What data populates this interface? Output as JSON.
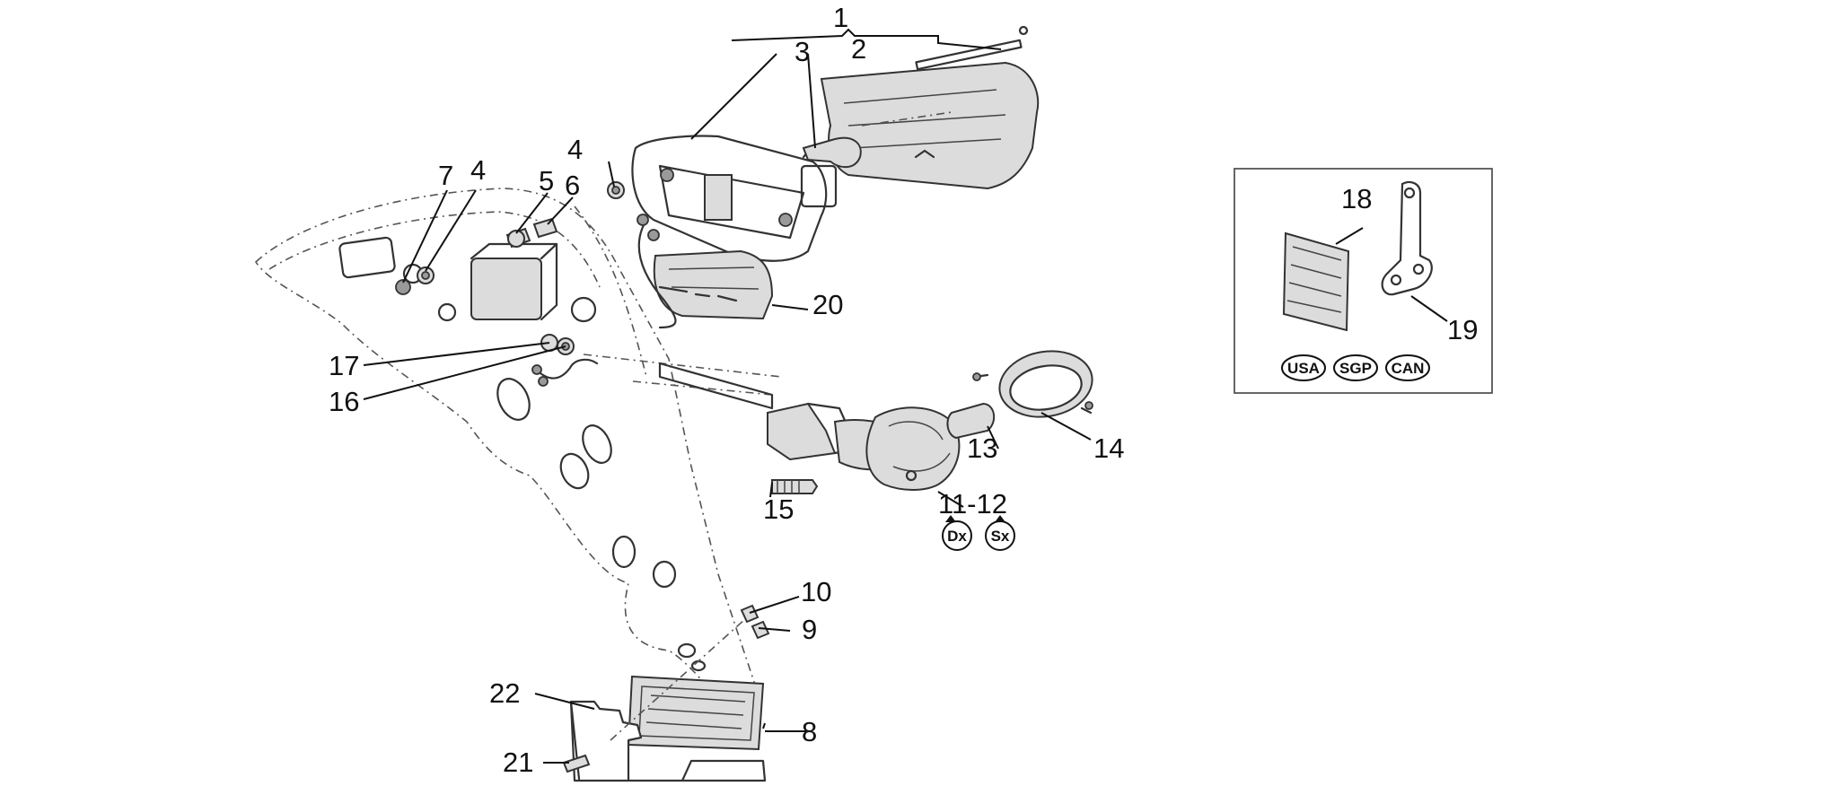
{
  "labels": {
    "l1": "1",
    "l2": "2",
    "l3": "3",
    "l4a": "4",
    "l4b": "4",
    "l5": "5",
    "l6": "6",
    "l7": "7",
    "l8": "8",
    "l9": "9",
    "l10": "10",
    "l11_12": "11-12",
    "l13": "13",
    "l14": "14",
    "l15": "15",
    "l16": "16",
    "l17": "17",
    "l18": "18",
    "l19": "19",
    "l20": "20",
    "l21": "21",
    "l22": "22"
  },
  "side_badges": {
    "right": "Dx",
    "left": "Sx"
  },
  "market_badges": [
    "USA",
    "SGP",
    "CAN"
  ]
}
